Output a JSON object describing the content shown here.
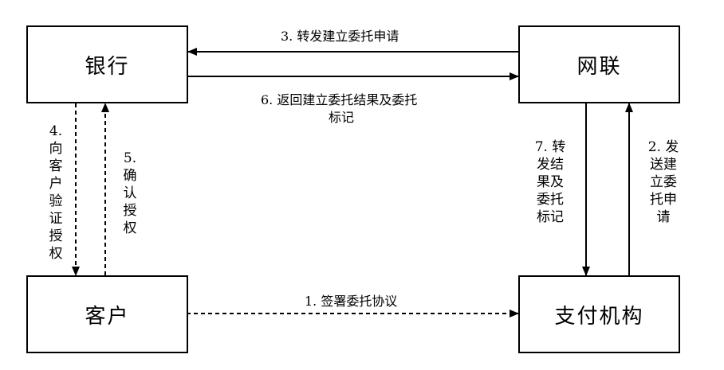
{
  "nodes": {
    "bank": "银行",
    "unionpay": "网联",
    "customer": "客户",
    "payment_institution": "支付机构"
  },
  "edges": {
    "e1": "1. 签署委托协议",
    "e2": "2. 发\n送建\n立委\n托申\n请",
    "e3": "3. 转发建立委托申请",
    "e4": "4.\n向\n客\n户\n验\n证\n授\n权",
    "e5": "5.\n确\n认\n授\n权",
    "e6_line1": "6. 返回建立委托结果及委托",
    "e6_line2": "标记",
    "e7": "7. 转\n发结\n果及\n委托\n标记"
  }
}
